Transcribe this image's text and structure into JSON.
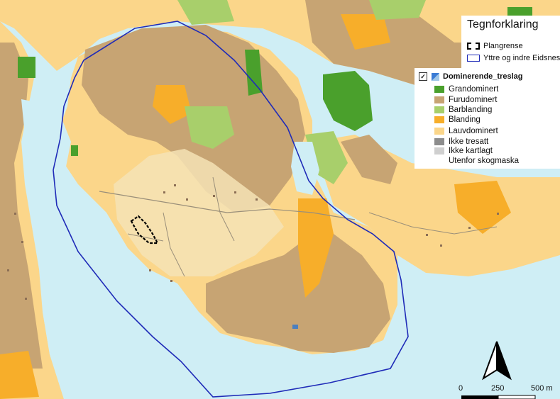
{
  "colors": {
    "water": "#cfeef5",
    "grandominert": "#4aa02c",
    "furudominert": "#c7a473",
    "barblanding": "#a8cf6b",
    "blanding": "#f7ae2a",
    "lauvdominert": "#fbd68a",
    "ikke_tresatt": "#8c8c8c",
    "ikke_kartlagt": "#cfcfcf",
    "boundary_eidsnes": "#1f2bb8",
    "plangrense": "#000000"
  },
  "legend_main": {
    "title": "Tegnforklaring",
    "items": [
      {
        "label": "Plangrense",
        "symbol": "dashed-rect",
        "color": "#000000"
      },
      {
        "label": "Yttre og indre Eidsnes",
        "symbol": "outline-rect",
        "color": "#1f2bb8"
      }
    ]
  },
  "legend_layer": {
    "checked": true,
    "layer_name": "Dominerende_treslag",
    "items": [
      {
        "label": "Grandominert",
        "color": "#4aa02c"
      },
      {
        "label": "Furudominert",
        "color": "#c7a473"
      },
      {
        "label": "Barblanding",
        "color": "#a8cf6b"
      },
      {
        "label": "Blanding",
        "color": "#f7ae2a"
      },
      {
        "label": "Lauvdominert",
        "color": "#fbd68a"
      },
      {
        "label": "Ikke tresatt",
        "color": "#8c8c8c"
      },
      {
        "label": "Ikke kartlagt",
        "color": "#cfcfcf"
      },
      {
        "label": "Utenfor skogmaska",
        "color": ""
      }
    ]
  },
  "scale_bar": {
    "labels": [
      "0",
      "250",
      "500 m"
    ]
  },
  "north_arrow": {
    "icon": "north-arrow-icon"
  }
}
